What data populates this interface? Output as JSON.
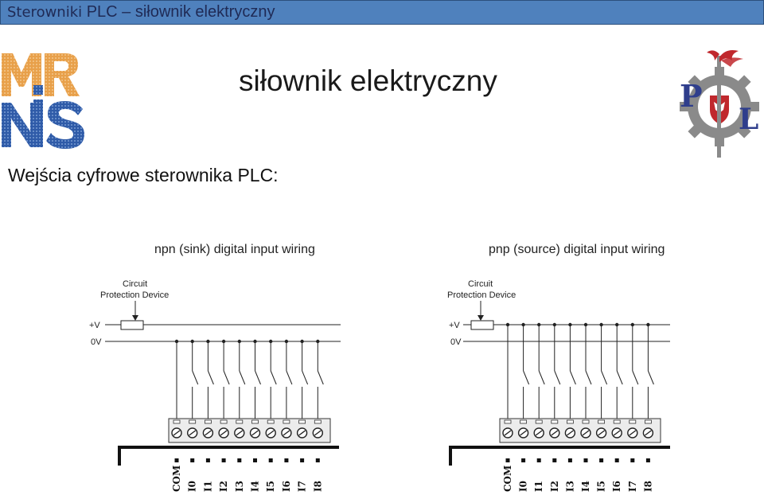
{
  "header": {
    "prefix": "Sterowniki",
    "rest": " PLC – siłownik elektryczny"
  },
  "title": "siłownik elektryczny",
  "section_label": "Wejścia cyfrowe sterownika PLC:",
  "logos": {
    "left": "MRiNS",
    "right": "PŁ"
  },
  "diagrams": [
    {
      "id": "npn",
      "title": "npn (sink) digital input wiring",
      "protection_label": [
        "Circuit",
        "Protection Device"
      ],
      "rail_plus": "+V",
      "rail_zero": "0V",
      "common_rail": "0V",
      "terminals": [
        "COM",
        "I0",
        "I1",
        "I2",
        "I3",
        "I4",
        "I5",
        "I6",
        "I7",
        "I8"
      ]
    },
    {
      "id": "pnp",
      "title": "pnp (source) digital input wiring",
      "protection_label": [
        "Circuit",
        "Protection Device"
      ],
      "rail_plus": "+V",
      "rail_zero": "0V",
      "common_rail": "+V",
      "terminals": [
        "COM",
        "I0",
        "I1",
        "I2",
        "I3",
        "I4",
        "I5",
        "I6",
        "I7",
        "I8"
      ]
    }
  ],
  "colors": {
    "header_bg": "#4f81bd",
    "header_text": "#1f2a55",
    "logo_orange": "#e8a04a",
    "logo_blue": "#2f5ba8",
    "logo_red": "#c0282d",
    "logo_gray": "#8a8a8a"
  }
}
